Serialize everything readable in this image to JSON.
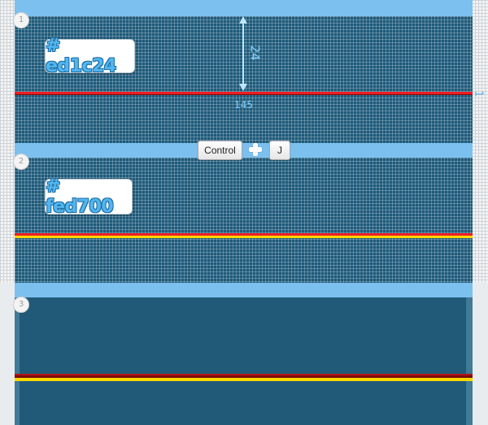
{
  "steps": {
    "one": {
      "number": "1",
      "swatch_label": "# ed1c24",
      "dimension_height": "24",
      "dimension_width": "145",
      "side_value": "1"
    },
    "two": {
      "number": "2",
      "swatch_label": "# fed700"
    },
    "three": {
      "number": "3"
    }
  },
  "shortcut": {
    "key1": "Control",
    "key2": "J"
  },
  "colors": {
    "red_line": "#ed1c24",
    "yellow_line": "#fed700",
    "dark_red": "#7a0d0d",
    "grid_blue": "#1e5a7a",
    "strip_blue": "#7cc0f0",
    "label_text": "#53b6ee"
  },
  "icons": {
    "plus": "plus-icon",
    "dimension_arrow": "double-arrow-icon"
  }
}
